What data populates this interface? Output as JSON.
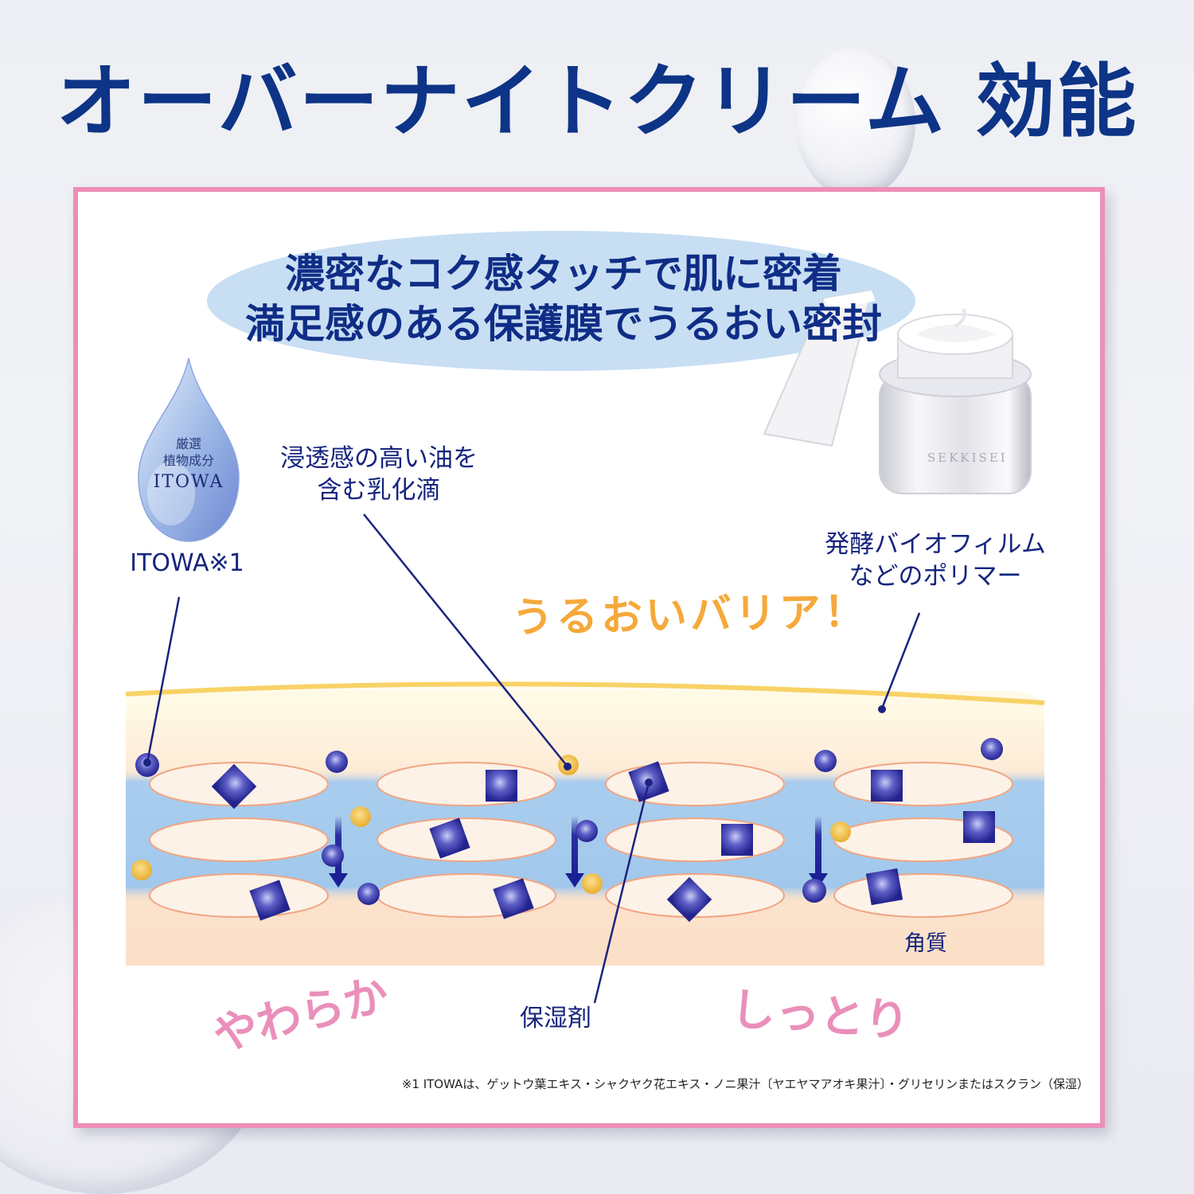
{
  "title": "オーバーナイトクリーム 効能",
  "colors": {
    "title": "#0d3486",
    "panel_border": "#ed8eb7",
    "bubble": "#c6def4",
    "label": "#15247e",
    "orange_text": "#f5a93a",
    "pink_text": "#ea8fba",
    "barrier_line": "#f8d36a",
    "skin_top": "#fff7e2",
    "skin_bottom": "#fbe0c9",
    "water_layer": "#9fc8ec",
    "cell_fill": "#fdf1e6",
    "cell_stroke": "#f0a07e",
    "particle_blue": "#2d2e9e",
    "particle_gold": "#efb93a"
  },
  "headline": {
    "line1": "濃密なコク感タッチで肌に密着",
    "line2": "満足感のある保護膜でうるおい密封"
  },
  "itowa_drop": {
    "line1": "厳選",
    "line2": "植物成分",
    "line3": "ITOWA"
  },
  "product": {
    "brand_text": "SEKKISEI"
  },
  "labels": {
    "itowa": "ITOWA※1",
    "emulsion_line1": "浸透感の高い油を",
    "emulsion_line2": "含む乳化滴",
    "polymer_line1": "発酵バイオフィルム",
    "polymer_line2": "などのポリマー",
    "moisturizer": "保湿剤",
    "stratum_corneum": "角質"
  },
  "handwritten": {
    "barrier": "うるおいバリア！",
    "soft": "やわらか",
    "moist": "しっとり"
  },
  "footnote": "※1 ITOWAは、ゲットウ葉エキス・シャクヤク花エキス・ノニ果汁〔ヤエヤマアオキ果汁〕・グリセリンまたはスクラン（保湿）"
}
